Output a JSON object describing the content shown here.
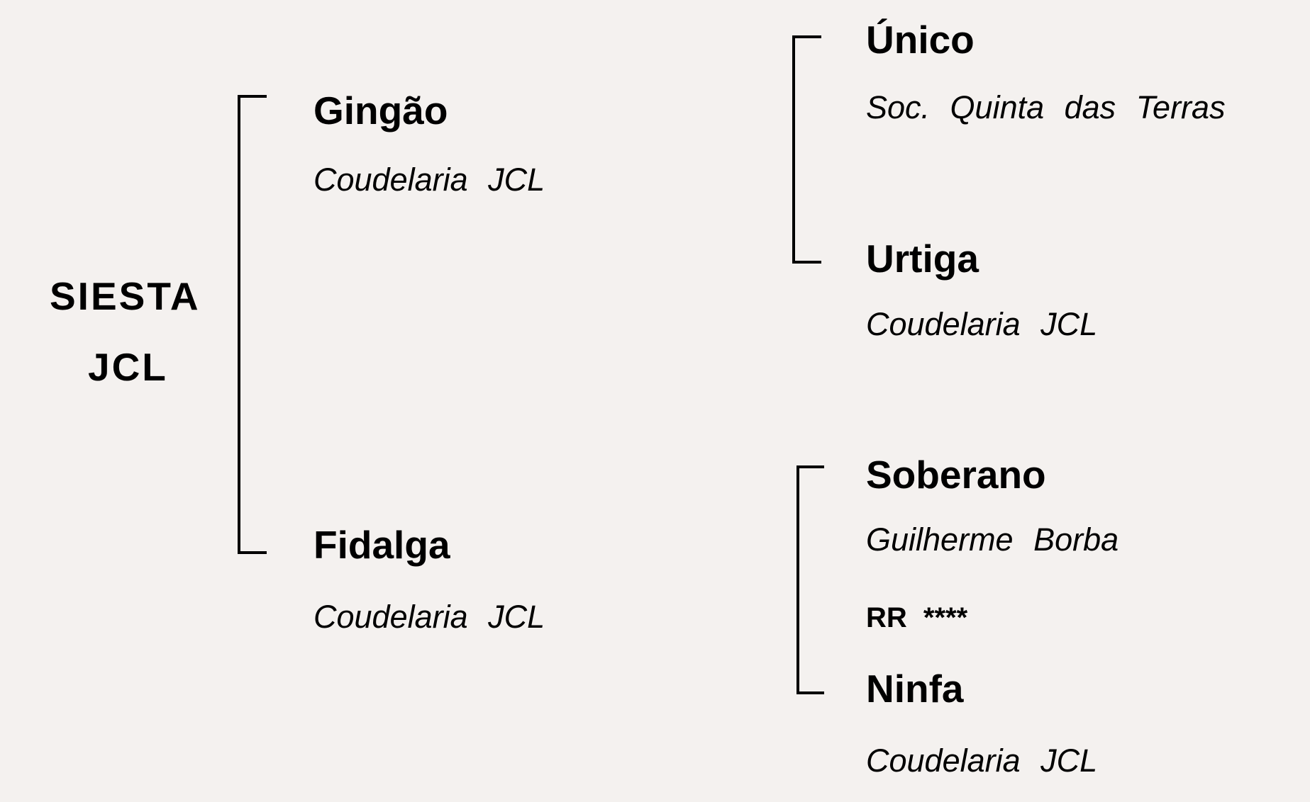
{
  "subject": {
    "name": "SIESTA",
    "suffix": "JCL"
  },
  "parents": {
    "sire": {
      "name": "Gingão",
      "breeder": "Coudelaria JCL"
    },
    "dam": {
      "name": "Fidalga",
      "breeder": "Coudelaria JCL"
    }
  },
  "grandparents": {
    "paternal_sire": {
      "name": "Único",
      "breeder": "Soc. Quinta das Terras"
    },
    "paternal_dam": {
      "name": "Urtiga",
      "breeder": "Coudelaria JCL"
    },
    "maternal_sire": {
      "name": "Soberano",
      "breeder": "Guilherme Borba",
      "rating": "RR ****"
    },
    "maternal_dam": {
      "name": "Ninfa",
      "breeder": "Coudelaria JCL"
    }
  }
}
